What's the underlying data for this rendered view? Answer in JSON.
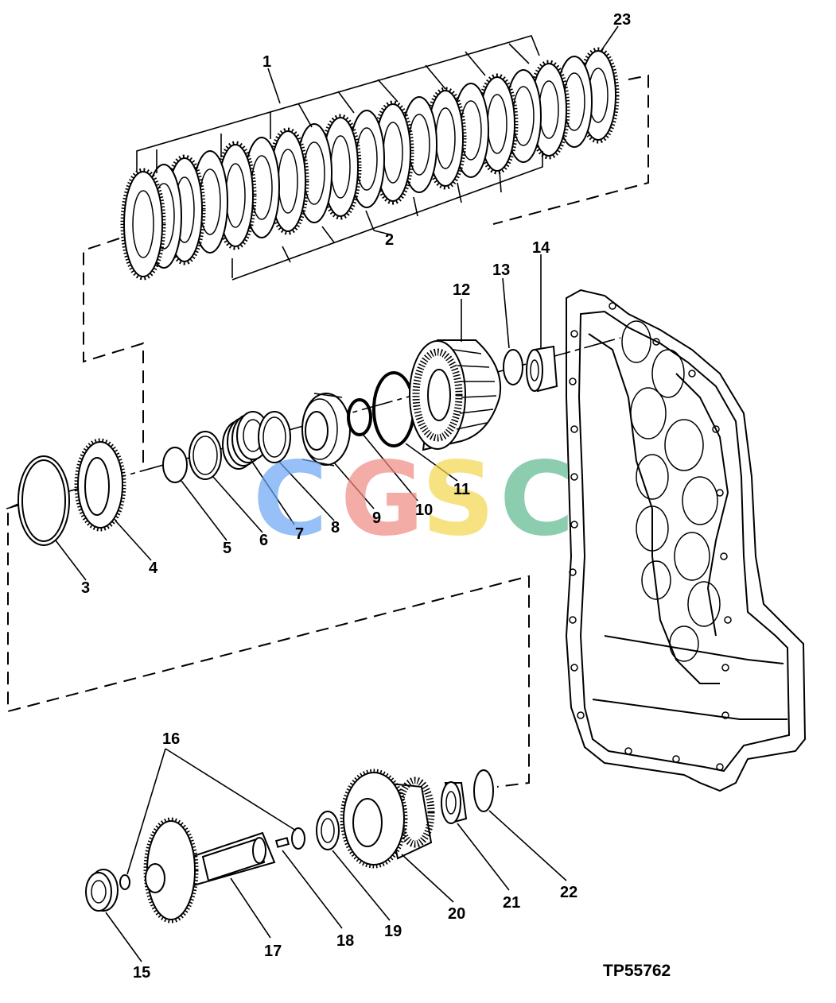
{
  "diagram": {
    "reference_code": "TP55762",
    "watermark": {
      "letters": [
        "C",
        "G",
        "S",
        "C"
      ],
      "colors": [
        "#6aa6f5",
        "#f08a82",
        "#f5d64e",
        "#5cb88e"
      ]
    },
    "callouts": [
      "1",
      "2",
      "3",
      "4",
      "5",
      "6",
      "7",
      "8",
      "9",
      "10",
      "11",
      "12",
      "13",
      "14",
      "15",
      "16",
      "17",
      "18",
      "19",
      "20",
      "21",
      "22",
      "23"
    ]
  }
}
